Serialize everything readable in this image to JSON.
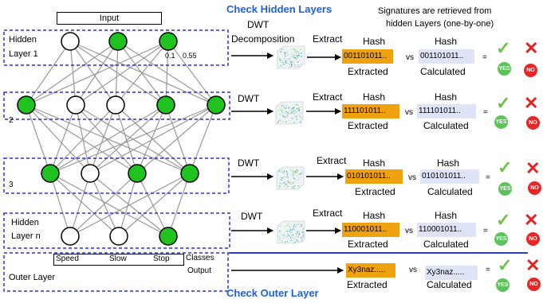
{
  "network": {
    "input_label": "Input",
    "layer1_label_a": "Hidden",
    "layer1_label_b": "Layer 1",
    "weight_a": "0.1",
    "weight_b": "0.55",
    "layer2_label": "2",
    "layer3_label": "3",
    "layern_label_a": "Hidden",
    "layern_label_b": "Layer n",
    "outputs": [
      "Speed",
      "Slow",
      "Stop"
    ],
    "classes_label": "Classes",
    "output_label": "Output",
    "outer_layer_label": "Outer Layer"
  },
  "header": {
    "check_hidden": "Check Hidden Layers",
    "dwt": "DWT",
    "decomposition": "Decomposition",
    "signatures_line1": "Signatures are retrieved from",
    "signatures_line2": "hidden Layers (one-by-one)"
  },
  "rows": [
    {
      "dwt": "",
      "extract": "Extract",
      "hash_ext_title": "Hash",
      "hash_ext": "001101011..",
      "extracted": "Extracted",
      "vs": "vs",
      "hash_calc_title": "Hash",
      "hash_calc": "001101011..",
      "calculated": "Calculated",
      "eq": "="
    },
    {
      "dwt": "DWT",
      "extract": "Extract",
      "hash_ext_title": "Hash",
      "hash_ext": "111101011..",
      "extracted": "Extracted",
      "vs": "vs",
      "hash_calc_title": "Hash",
      "hash_calc": "111101011..",
      "calculated": "Calculated",
      "eq": "="
    },
    {
      "dwt": "DWT",
      "extract": "Extract",
      "hash_ext_title": "Hash",
      "hash_ext": "010101011..",
      "extracted": "Extracted",
      "vs": "vs",
      "hash_calc_title": "Hash",
      "hash_calc": "010101011..",
      "calculated": "Calculated",
      "eq": "="
    },
    {
      "dwt": "DWT",
      "extract": "Extract",
      "hash_ext_title": "Hash",
      "hash_ext": "110001011..",
      "extracted": "Extracted",
      "vs": "vs",
      "hash_calc_title": "Hash",
      "hash_calc": "110001011..",
      "calculated": "Calculated",
      "eq": "="
    }
  ],
  "outer": {
    "hash_ext": "Xy3naz.....",
    "extracted": "Extracted",
    "vs": "vs",
    "hash_calc": "Xy3naz.....",
    "calculated": "Calculated",
    "eq": "=",
    "check_outer": "Check Outer Layer"
  },
  "badges": {
    "yes": "YES",
    "no": "NO",
    "check_icon": "check-mark-icon",
    "cross_icon": "cross-mark-icon"
  },
  "colors": {
    "node_green": "#1fc21f",
    "title_blue": "#1f5fd6",
    "hash_orange": "#f0a10e",
    "calc_lavender": "#dfe3f7",
    "dash_blue": "#2d2de0"
  }
}
